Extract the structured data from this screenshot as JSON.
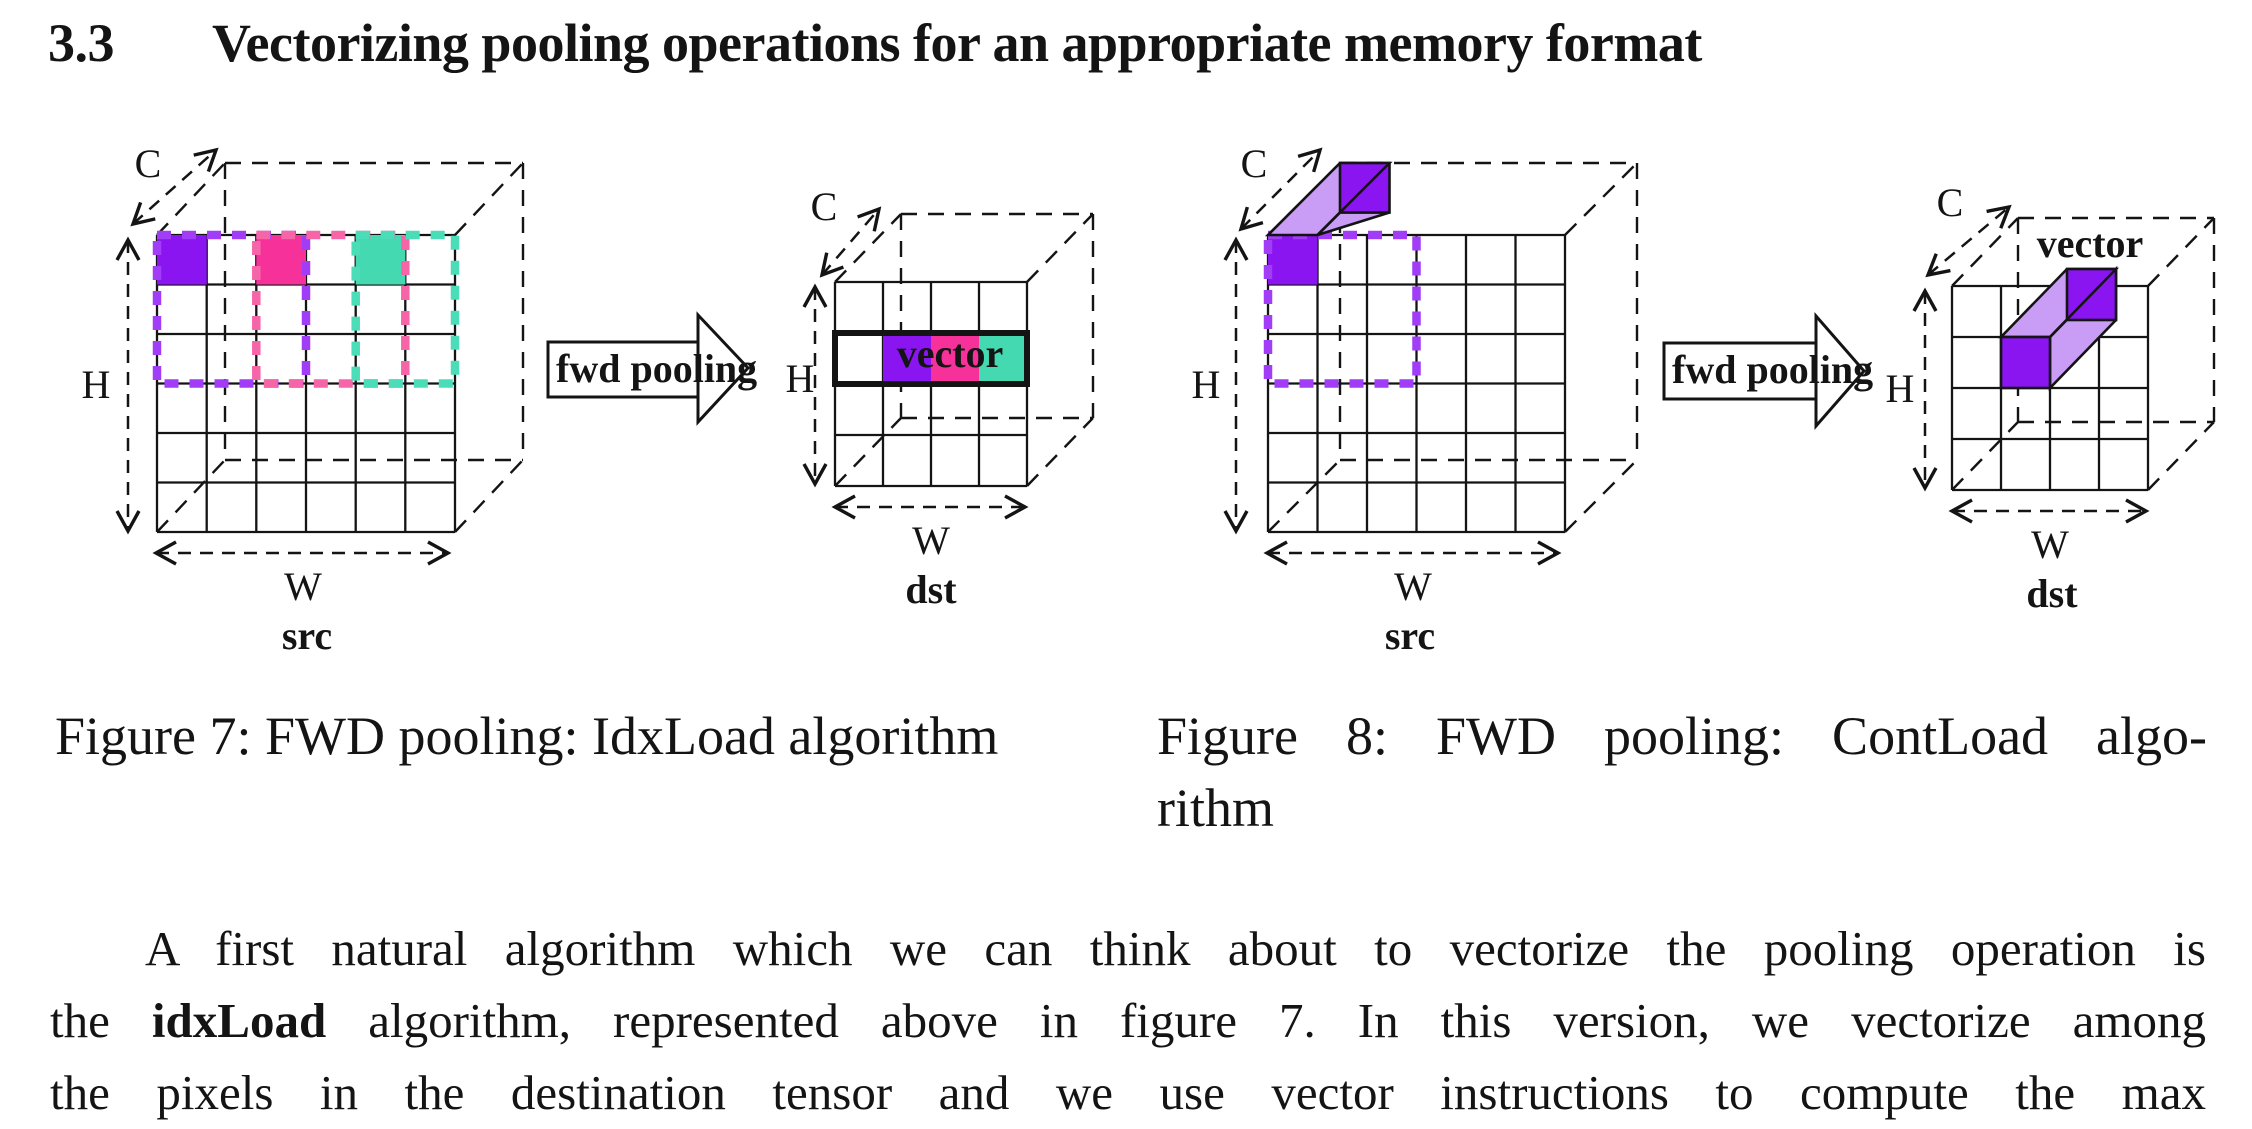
{
  "heading": {
    "number": "3.3",
    "title": "Vectorizing pooling operations for an appropriate memory format"
  },
  "colors": {
    "purple": "#8A15F1",
    "purple_dash": "#A13DF7",
    "purple_light": "#C99CF5",
    "pink": "#F6319A",
    "pink_dash": "#F765A9",
    "teal": "#44D9B1",
    "teal_dash": "#4ADDB8",
    "ink": "#141414"
  },
  "figure7": {
    "axis_c": "C",
    "axis_h": "H",
    "axis_w": "W",
    "src_label": "src",
    "dst_label": "dst",
    "arrow_label": "fwd pooling",
    "vector_label": "vector",
    "caption": "Figure 7: FWD pooling: IdxLoad algorithm"
  },
  "figure8": {
    "axis_c": "C",
    "axis_h": "H",
    "axis_w": "W",
    "src_label": "src",
    "dst_label": "dst",
    "arrow_label": "fwd pooling",
    "vector_label": "vector",
    "caption_line1": "Figure 8: FWD pooling: ContLoad algo-",
    "caption_line2": "rithm"
  },
  "paragraph": {
    "line1": "A first natural algorithm which we can think about to vectorize the pooling operation is",
    "line2_pre": "the ",
    "line2_bold": "idxLoad",
    "line2_post": " algorithm, represented above in figure 7. In this version, we vectorize among",
    "line3": "the pixels in the destination tensor and we use vector instructions to compute the max"
  }
}
